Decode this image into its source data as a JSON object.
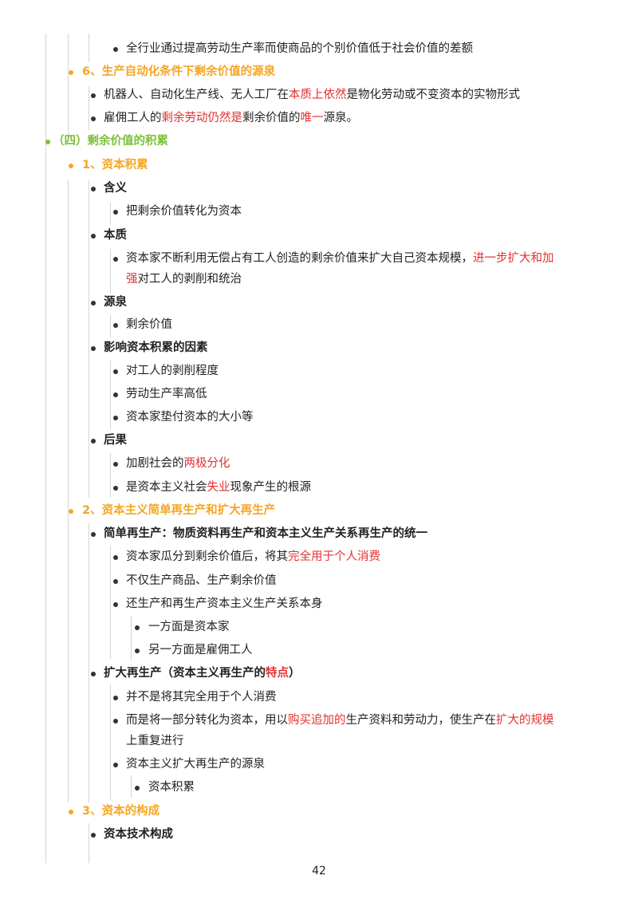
{
  "colors": {
    "green": "#7cc138",
    "orange": "#f5a623",
    "red": "#e3302f",
    "text": "#222222",
    "guide": "#d4d4d4"
  },
  "items": [
    {
      "segs": [
        {
          "t": "全行业通过提高劳动生产率而使商品的个别价值低于社会价值的差额"
        }
      ]
    },
    {
      "segs": [
        {
          "t": "6、生产自动化条件下剩余价值的源泉"
        }
      ]
    },
    {
      "segs": [
        {
          "t": "机器人、自动化生产线、无人工厂在"
        },
        {
          "t": "本质上依然"
        },
        {
          "t": "是物化劳动或不变资本的实物形式"
        }
      ]
    },
    {
      "segs": [
        {
          "t": "雇佣工人的"
        },
        {
          "t": "剩余劳动仍然是"
        },
        {
          "t": "剩余价值的"
        },
        {
          "t": "唯一"
        },
        {
          "t": "源泉。"
        }
      ]
    },
    {
      "segs": [
        {
          "t": "（四）剩余价值的积累"
        }
      ]
    },
    {
      "segs": [
        {
          "t": "1、资本积累"
        }
      ]
    },
    {
      "segs": [
        {
          "t": "含义"
        }
      ]
    },
    {
      "segs": [
        {
          "t": "把剩余价值转化为资本"
        }
      ]
    },
    {
      "segs": [
        {
          "t": "本质"
        }
      ]
    },
    {
      "segs": [
        {
          "t": "资本家不断利用无偿占有工人创造的剩余价值来扩大自己资本规模，"
        },
        {
          "t": "进一步扩大和加"
        }
      ]
    },
    {
      "segs": [
        {
          "t": "强"
        },
        {
          "t": "对工人的剥削和统治"
        }
      ]
    },
    {
      "segs": [
        {
          "t": "源泉"
        }
      ]
    },
    {
      "segs": [
        {
          "t": "剩余价值"
        }
      ]
    },
    {
      "segs": [
        {
          "t": "影响资本积累的因素"
        }
      ]
    },
    {
      "segs": [
        {
          "t": "对工人的剥削程度"
        }
      ]
    },
    {
      "segs": [
        {
          "t": "劳动生产率高低"
        }
      ]
    },
    {
      "segs": [
        {
          "t": "资本家垫付资本的大小等"
        }
      ]
    },
    {
      "segs": [
        {
          "t": "后果"
        }
      ]
    },
    {
      "segs": [
        {
          "t": "加剧社会的"
        },
        {
          "t": "两极分化"
        }
      ]
    },
    {
      "segs": [
        {
          "t": "是资本主义社会"
        },
        {
          "t": "失业"
        },
        {
          "t": "现象产生的根源"
        }
      ]
    },
    {
      "segs": [
        {
          "t": "2、资本主义简单再生产和扩大再生产"
        }
      ]
    },
    {
      "segs": [
        {
          "t": "简单再生产：物质资料再生产和资本主义生产关系再生产的统一"
        }
      ]
    },
    {
      "segs": [
        {
          "t": "资本家瓜分到剩余价值后，将其"
        },
        {
          "t": "完全用于个人消费"
        }
      ]
    },
    {
      "segs": [
        {
          "t": "不仅生产商品、生产剩余价值"
        }
      ]
    },
    {
      "segs": [
        {
          "t": "还生产和再生产资本主义生产关系本身"
        }
      ]
    },
    {
      "segs": [
        {
          "t": "一方面是资本家"
        }
      ]
    },
    {
      "segs": [
        {
          "t": "另一方面是雇佣工人"
        }
      ]
    },
    {
      "segs": [
        {
          "t": "扩大再生产（资本主义再生产的"
        },
        {
          "t": "特点"
        },
        {
          "t": "）"
        }
      ]
    },
    {
      "segs": [
        {
          "t": "并不是将其完全用于个人消费"
        }
      ]
    },
    {
      "segs": [
        {
          "t": "而是将一部分转化为资本，用以"
        },
        {
          "t": "购买追加的"
        },
        {
          "t": "生产资料和劳动力，使生产在"
        },
        {
          "t": "扩大的规模"
        }
      ]
    },
    {
      "segs": [
        {
          "t": "上重复进行"
        }
      ]
    },
    {
      "segs": [
        {
          "t": "资本主义扩大再生产的源泉"
        }
      ]
    },
    {
      "segs": [
        {
          "t": "资本积累"
        }
      ]
    },
    {
      "segs": [
        {
          "t": "3、资本的构成"
        }
      ]
    },
    {
      "segs": [
        {
          "t": "资本技术构成"
        }
      ]
    }
  ],
  "page_number": "42"
}
